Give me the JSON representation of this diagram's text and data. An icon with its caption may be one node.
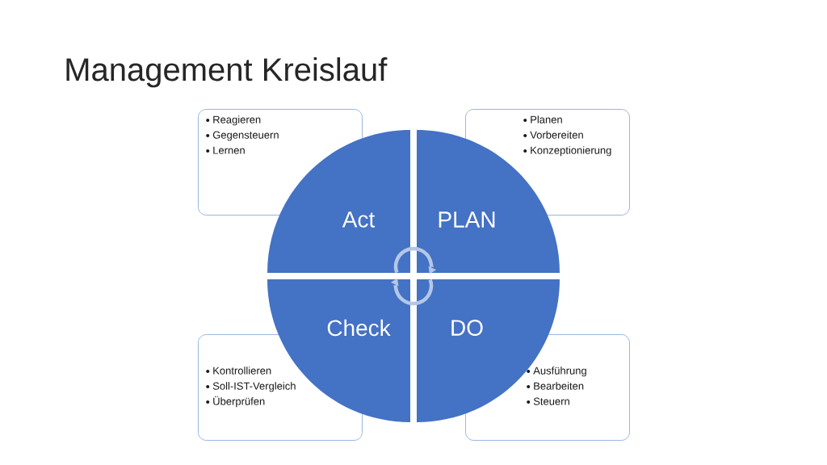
{
  "diagram": {
    "title": "Management Kreislauf",
    "nodes": [
      {
        "text": [
          "Reagieren",
          "Gegensteuern",
          "Lernen"
        ]
      },
      {
        "text": [
          "Planen",
          "Vorbereiten",
          "Konzeptionierung"
        ]
      },
      {
        "text": [
          "Act"
        ]
      },
      {
        "text": [
          "PLAN"
        ]
      },
      {
        "text": [
          "Check"
        ]
      },
      {
        "text": [
          "DO"
        ]
      },
      {
        "text": [
          "Kontrollieren",
          "Soll-IST-Vergleich",
          "Überprüfen"
        ]
      },
      {
        "text": [
          "Ausführung",
          "Bearbeiten",
          "Steuern"
        ]
      }
    ],
    "edges": [
      {
        "from": 2,
        "to": 3,
        "arrow": "to",
        "color": "#b4c7e7"
      },
      {
        "from": 5,
        "to": 4,
        "arrow": "to",
        "color": "#b4c7e7"
      }
    ]
  }
}
